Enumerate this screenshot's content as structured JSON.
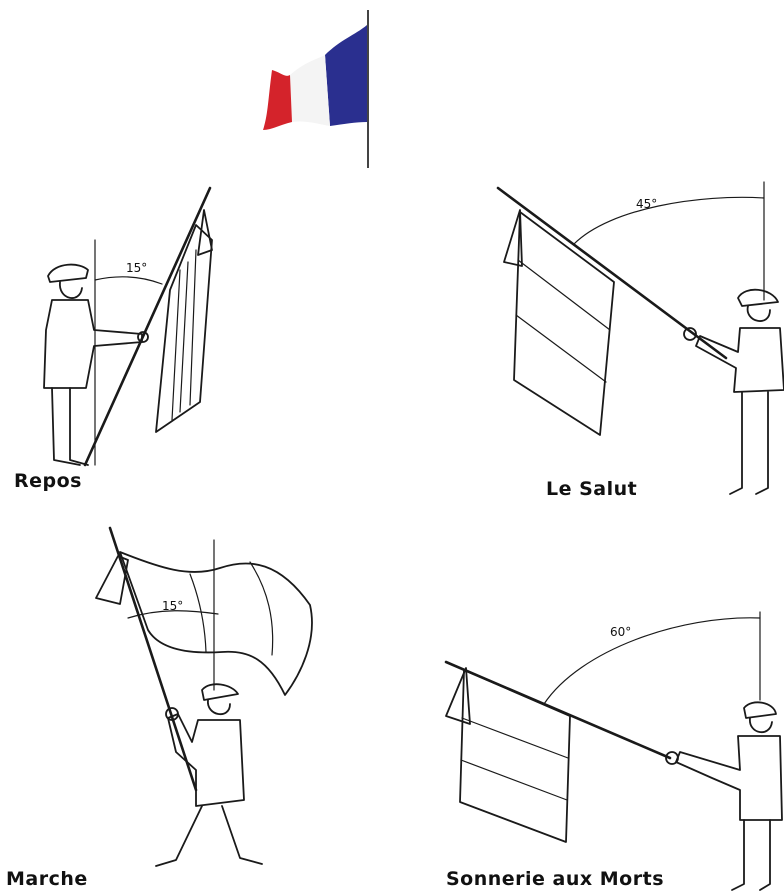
{
  "flag_colors": {
    "blue": "#2a2f8f",
    "white": "#f4f4f4",
    "red": "#d4232b"
  },
  "angles": {
    "repos": "15°",
    "salut": "45°",
    "marche": "15°",
    "sonnerie": "60°"
  },
  "captions": {
    "repos": "Repos",
    "salut": "Le Salut",
    "marche": "Marche",
    "sonnerie": "Sonnerie aux Morts"
  }
}
